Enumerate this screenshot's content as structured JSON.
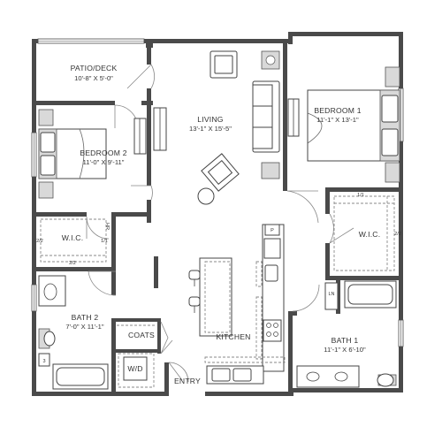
{
  "rooms": {
    "patio": {
      "name": "PATIO/DECK",
      "dims": "10'-8\" X 5'-0\""
    },
    "living": {
      "name": "LIVING",
      "dims": "13'-1\" X 15'-5\""
    },
    "bedroom1": {
      "name": "BEDROOM 1",
      "dims": "11'-1\" X 13'-1\""
    },
    "bedroom2": {
      "name": "BEDROOM 2",
      "dims": "11'-0\" X 9'-11\""
    },
    "wic_left": {
      "name": "W.I.C."
    },
    "wic_right": {
      "name": "W.I.C."
    },
    "bath2": {
      "name": "BATH 2",
      "dims": "7'-0\" X 11'-1\""
    },
    "bath1": {
      "name": "BATH 1",
      "dims": "11'-1\" X 6'-10\""
    },
    "coats": {
      "name": "COATS"
    },
    "wd": {
      "name": "W/D"
    },
    "kitchen": {
      "name": "KITCHEN"
    },
    "entry": {
      "name": "ENTRY"
    }
  },
  "shelf_labels": {
    "wic_left_side": "2/2",
    "wic_left_right": "1/1",
    "wic_left_bottom": "2/2",
    "hr": "HR",
    "wic_right_top": "1/1",
    "wic_right_side": "2/2",
    "linen": "LN",
    "bath2_three": "3"
  },
  "fixture_labels": {
    "pantry": "P"
  }
}
